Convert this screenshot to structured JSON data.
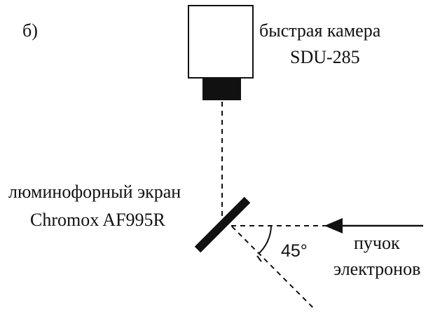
{
  "panel_label": "б)",
  "camera": {
    "name_line1": "быстрая камера",
    "name_line2": "SDU-285"
  },
  "screen": {
    "name_line1": "люминофорный экран",
    "name_line2": "Chromox AF995R"
  },
  "beam": {
    "name_line1": "пучок",
    "name_line2": "электронов"
  },
  "angle": {
    "label": "45°"
  },
  "colors": {
    "ink": "#111111",
    "background": "#ffffff"
  }
}
